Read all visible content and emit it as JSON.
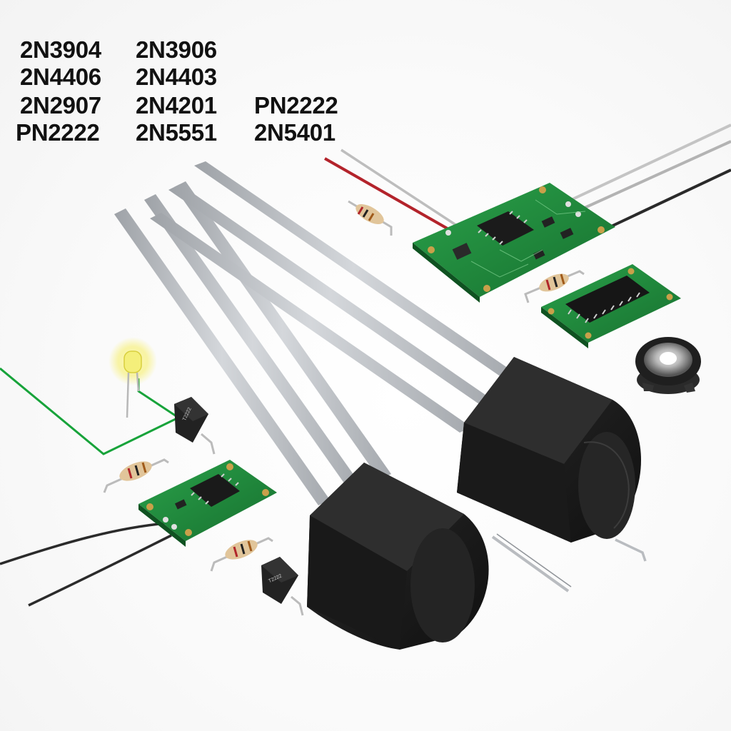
{
  "part_numbers": [
    "2N3904",
    "2N3906",
    "2N4406",
    "2N4403",
    "2N2907",
    "2N4201",
    "PN2222",
    "PN2222",
    "2N5551",
    "2N5401"
  ],
  "component_markings": {
    "small_package_top": "T2222",
    "small_package_bottom": "T2222"
  },
  "colors": {
    "pcb_green": "#1f8a3c",
    "package_black": "#1c1c1c",
    "lead_silver": "#b9bcc0",
    "trace_green": "#17a33a",
    "led_yellow": "#f4ef7a",
    "wire_red": "#b3232b"
  }
}
